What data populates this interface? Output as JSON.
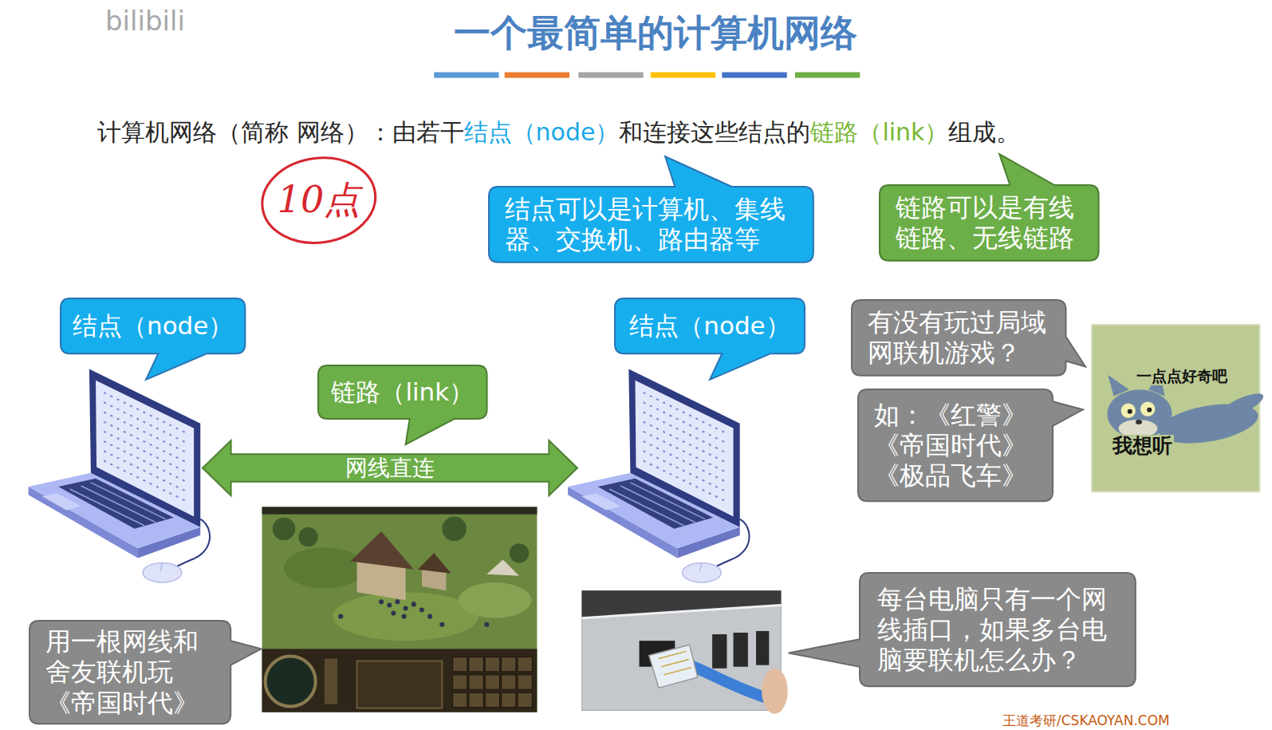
{
  "diagram": {
    "title": "一个最简单的计算机网络",
    "nodes": [
      {
        "text": [
          "结点可以是计算机、集线器、交换机、路由器等"
        ]
      },
      {
        "text": [
          "链路可以是有线链路、无线链路"
        ]
      },
      {
        "text": [
          "有没有玩过局域网联机游戏？"
        ]
      },
      {
        "text": [
          "结点（node）"
        ]
      },
      {
        "text": [
          "链路（link）"
        ]
      },
      {
        "text": [
          "结点（node）"
        ]
      },
      {
        "text": [
          "如：《红警》《帝国时代》《极品飞车》"
        ]
      },
      {
        "text": [
          "网线直连"
        ]
      },
      {
        "text": [
          "一点点好奇吧",
          "我想听"
        ]
      },
      {
        "text": [
          "用一根网线和舍友联机玩《帝国时代》"
        ]
      },
      {
        "text": [
          "每台电脑只有一个网线插口，如果多台电脑要联机怎么办？"
        ]
      }
    ],
    "labels": [
      "计算机网络（简称 网络）：由若干",
      "结点（node）",
      "和连接这些结点的",
      "链路（link）",
      "组成。",
      "10点",
      "bilibili",
      "王道考研/CSKAOYAN.COM"
    ]
  }
}
